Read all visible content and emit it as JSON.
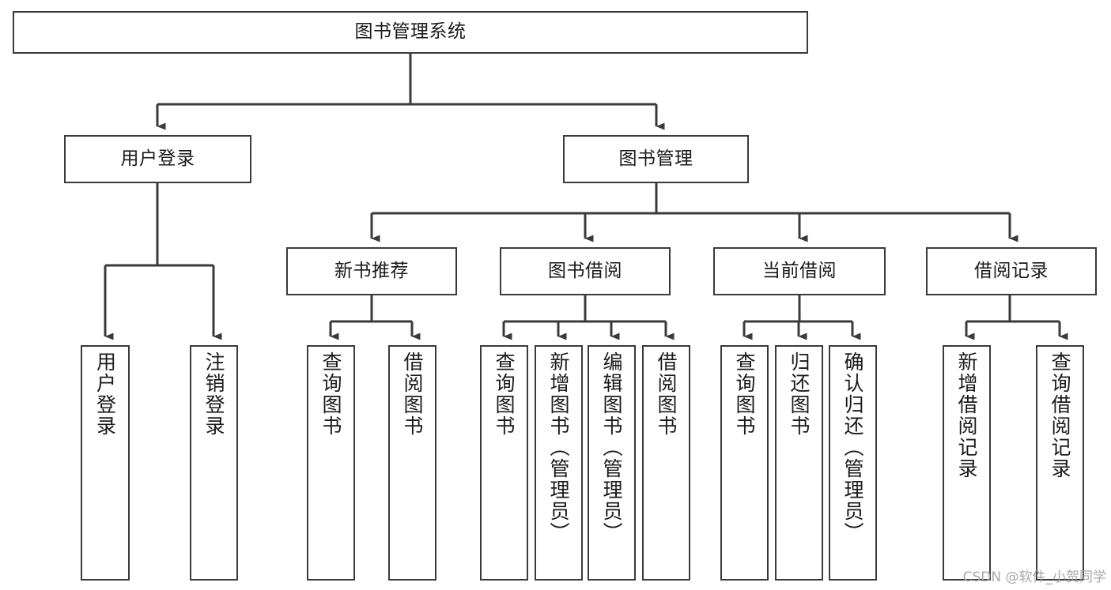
{
  "diagram": {
    "type": "tree-hierarchy",
    "title": "图书管理系统",
    "orientation": "top-down",
    "watermark": "CSDN @软件_小贺同学",
    "colors": {
      "box_border": "#3a3a3a",
      "box_fill": "#ffffff",
      "connector": "#3a3a3a",
      "text": "#1a1a1a",
      "watermark": "#a8a8a8",
      "background": "#ffffff"
    },
    "nodes": {
      "root": {
        "label": "图书管理系统"
      },
      "level2": [
        {
          "id": "user-login",
          "label": "用户登录"
        },
        {
          "id": "book-manage",
          "label": "图书管理"
        }
      ],
      "level3": [
        {
          "id": "new-book-recommend",
          "label": "新书推荐"
        },
        {
          "id": "book-borrow",
          "label": "图书借阅"
        },
        {
          "id": "current-borrow",
          "label": "当前借阅"
        },
        {
          "id": "borrow-record",
          "label": "借阅记录"
        }
      ],
      "leaves": {
        "user-login": [
          {
            "id": "leaf-user-login",
            "label": "用户登录"
          },
          {
            "id": "leaf-logout-login",
            "label": "注销登录"
          }
        ],
        "new-book-recommend": [
          {
            "id": "leaf-query-book-1",
            "label": "查询图书"
          },
          {
            "id": "leaf-borrow-book-1",
            "label": "借阅图书"
          }
        ],
        "book-borrow": [
          {
            "id": "leaf-query-book-2",
            "label": "查询图书"
          },
          {
            "id": "leaf-add-book",
            "label": "新增图书（管理员）"
          },
          {
            "id": "leaf-edit-book",
            "label": "编辑图书（管理员）"
          },
          {
            "id": "leaf-borrow-book-2",
            "label": "借阅图书"
          }
        ],
        "current-borrow": [
          {
            "id": "leaf-query-book-3",
            "label": "查询图书"
          },
          {
            "id": "leaf-return-book",
            "label": "归还图书"
          },
          {
            "id": "leaf-confirm-return",
            "label": "确认归还（管理员）"
          }
        ],
        "borrow-record": [
          {
            "id": "leaf-add-record",
            "label": "新增借阅记录"
          },
          {
            "id": "leaf-query-record",
            "label": "查询借阅记录"
          }
        ]
      }
    },
    "edges": [
      {
        "from": "图书管理系统",
        "to": "用户登录"
      },
      {
        "from": "图书管理系统",
        "to": "图书管理"
      },
      {
        "from": "用户登录",
        "to": "用户登录"
      },
      {
        "from": "用户登录",
        "to": "注销登录"
      },
      {
        "from": "图书管理",
        "to": "新书推荐"
      },
      {
        "from": "图书管理",
        "to": "图书借阅"
      },
      {
        "from": "图书管理",
        "to": "当前借阅"
      },
      {
        "from": "图书管理",
        "to": "借阅记录"
      },
      {
        "from": "新书推荐",
        "to": "查询图书"
      },
      {
        "from": "新书推荐",
        "to": "借阅图书"
      },
      {
        "from": "图书借阅",
        "to": "查询图书"
      },
      {
        "from": "图书借阅",
        "to": "新增图书（管理员）"
      },
      {
        "from": "图书借阅",
        "to": "编辑图书（管理员）"
      },
      {
        "from": "图书借阅",
        "to": "借阅图书"
      },
      {
        "from": "当前借阅",
        "to": "查询图书"
      },
      {
        "from": "当前借阅",
        "to": "归还图书"
      },
      {
        "from": "当前借阅",
        "to": "确认归还（管理员）"
      },
      {
        "from": "借阅记录",
        "to": "新增借阅记录"
      },
      {
        "from": "借阅记录",
        "to": "查询借阅记录"
      }
    ]
  }
}
